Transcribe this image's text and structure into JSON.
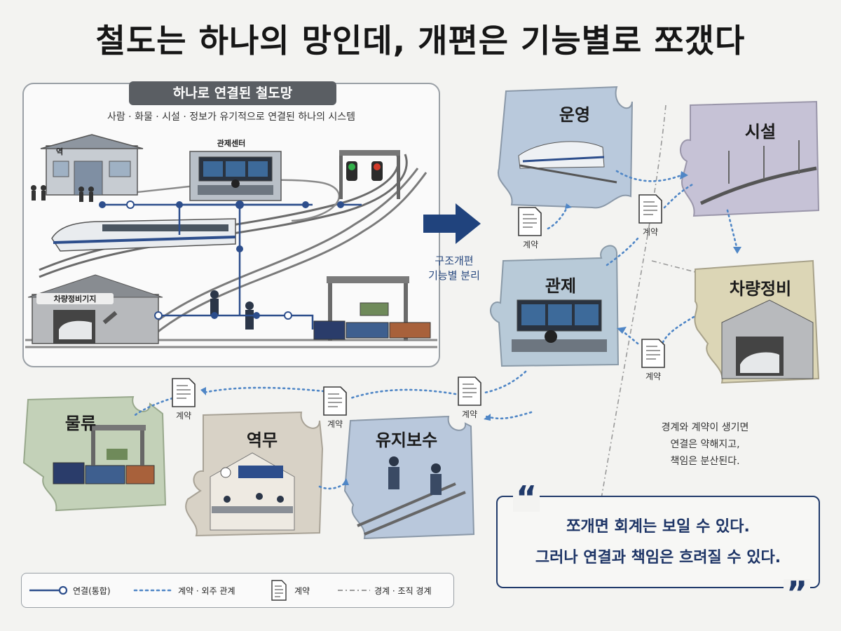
{
  "title": "철도는 하나의 망인데, 개편은 기능별로 쪼갰다",
  "left_panel": {
    "heading": "하나로 연결된 철도망",
    "subtitle": "사람 · 화물 · 시설 · 정보가 유기적으로 연결된 하나의 시스템",
    "labels": {
      "station": "역",
      "control_center": "관제센터",
      "depot": "차량정비기지"
    }
  },
  "transition": {
    "line1": "구조개편",
    "line2": "기능별 분리"
  },
  "pieces": {
    "operation": "운영",
    "facility": "시설",
    "control": "관제",
    "vehicle_maintenance": "차량정비",
    "logistics": "물류",
    "station_service": "역무",
    "track_maintenance": "유지보수"
  },
  "contract_label": "계약",
  "note": {
    "line1": "경계와 계약이 생기면",
    "line2": "연결은 약해지고,",
    "line3": "책임은 분산된다."
  },
  "quote": {
    "line1": "쪼개면 회계는 보일 수 있다.",
    "line2": "그러나 연결과 책임은 흐려질 수 있다.",
    "open_mark": "“",
    "close_mark": "”"
  },
  "legend": {
    "connection": "연결(통합)",
    "contract_relation": "계약 · 외주 관계",
    "contract": "계약",
    "boundary": "경계 · 조직 경계"
  },
  "colors": {
    "navy": "#203a6b",
    "connection_line": "#2d4e8c",
    "dotted_link": "#4f86c6",
    "operation_piece": "#b9c9dc",
    "facility_piece": "#c6c2d6",
    "control_piece": "#b8cad8",
    "maintenance_piece": "#dcd6b6",
    "logistics_piece": "#c3d1b8",
    "station_piece": "#d8d2c6",
    "track_piece": "#b9c8dc"
  }
}
